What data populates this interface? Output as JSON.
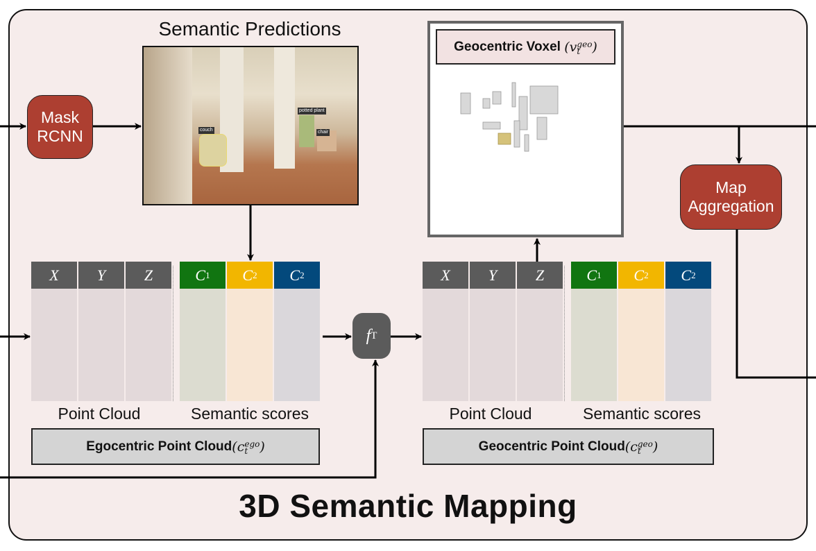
{
  "diagram": {
    "title": "3D Semantic Mapping",
    "semantic_predictions": {
      "title": "Semantic Predictions",
      "detections": [
        "couch",
        "potted plant",
        "chair"
      ]
    },
    "mask_rcnn": {
      "line1": "Mask",
      "line2": "RCNN"
    },
    "map_aggregation": {
      "line1": "Map",
      "line2": "Aggregation"
    },
    "geocentric_voxel": {
      "label": "Geocentric Voxel",
      "symbol": "v",
      "sub": "t",
      "sup": "geo"
    },
    "transform": {
      "symbol": "f",
      "sub": "T"
    },
    "egocentric": {
      "columns": [
        {
          "label": "X",
          "sub": "",
          "head_color": "#5b5b5b",
          "body_color": "#e3d9da"
        },
        {
          "label": "Y",
          "sub": "",
          "head_color": "#5b5b5b",
          "body_color": "#e3d9da"
        },
        {
          "label": "Z",
          "sub": "",
          "head_color": "#5b5b5b",
          "body_color": "#e3d9da"
        },
        {
          "label": "C",
          "sub": "1",
          "head_color": "#117511",
          "body_color": "#dcdcd0"
        },
        {
          "label": "C",
          "sub": "2",
          "head_color": "#f2b600",
          "body_color": "#f8e6d4"
        },
        {
          "label": "C",
          "sub": "2",
          "head_color": "#03497c",
          "body_color": "#dad7db"
        }
      ],
      "point_cloud_caption": "Point Cloud",
      "semantic_caption": "Semantic scores",
      "label": "Egocentric Point Cloud ",
      "symbol": "c",
      "sub": "t",
      "sup": "ego"
    },
    "geocentric": {
      "columns": [
        {
          "label": "X",
          "sub": "",
          "head_color": "#5b5b5b",
          "body_color": "#e3d9da"
        },
        {
          "label": "Y",
          "sub": "",
          "head_color": "#5b5b5b",
          "body_color": "#e3d9da"
        },
        {
          "label": "Z",
          "sub": "",
          "head_color": "#5b5b5b",
          "body_color": "#e3d9da"
        },
        {
          "label": "C",
          "sub": "1",
          "head_color": "#117511",
          "body_color": "#dcdcd0"
        },
        {
          "label": "C",
          "sub": "2",
          "head_color": "#f2b600",
          "body_color": "#f8e6d4"
        },
        {
          "label": "C",
          "sub": "2",
          "head_color": "#03497c",
          "body_color": "#dad7db"
        }
      ],
      "point_cloud_caption": "Point Cloud",
      "semantic_caption": "Semantic scores",
      "label": "Geocentric Point Cloud",
      "symbol": "c",
      "sub": "t",
      "sup": "geo"
    },
    "colors": {
      "frame_bg": "#f6eceb",
      "module_red": "#ad3f31",
      "transform_gray": "#5b5b5b"
    }
  }
}
